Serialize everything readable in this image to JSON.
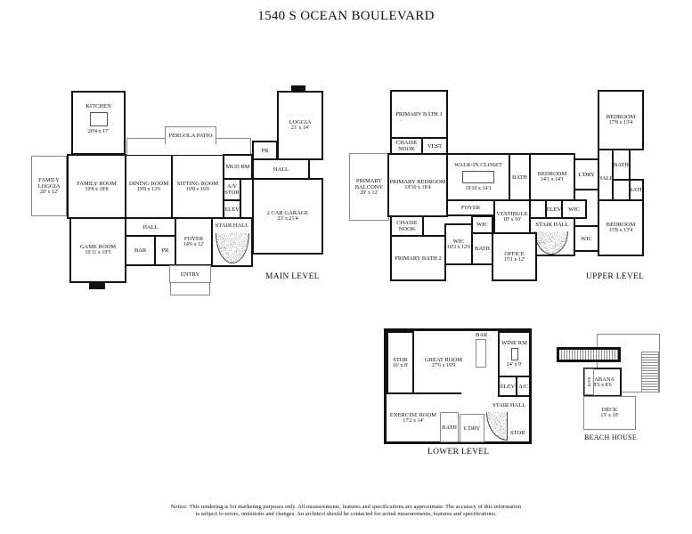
{
  "title": "1540 S OCEAN BOULEVARD",
  "main": {
    "label": "MAIN LEVEL",
    "rooms": [
      {
        "name": "KITCHEN",
        "size": "20'4 x 17'"
      },
      {
        "name": "FAMILY LOGGIA",
        "size": "20' x 12'"
      },
      {
        "name": "FAMILY ROOM",
        "size": "19'8 x 18'8"
      },
      {
        "name": "DINING ROOM",
        "size": "19'8 x 13'6"
      },
      {
        "name": "SITTING ROOM",
        "size": "19'8 x 16'6"
      },
      {
        "name": "PERGOLA PATIO",
        "size": ""
      },
      {
        "name": "MUD RM",
        "size": ""
      },
      {
        "name": "A/V STOR",
        "size": ""
      },
      {
        "name": "ELEV",
        "size": ""
      },
      {
        "name": "STAIR HALL",
        "size": ""
      },
      {
        "name": "PR",
        "size": ""
      },
      {
        "name": "HALL",
        "size": ""
      },
      {
        "name": "LOGGIA",
        "size": "21' x 14'"
      },
      {
        "name": "2 CAR GARAGE",
        "size": "23' x 21'4"
      },
      {
        "name": "GAME ROOM",
        "size": "16'11 x 19'5"
      },
      {
        "name": "HALL",
        "size": ""
      },
      {
        "name": "BAR",
        "size": ""
      },
      {
        "name": "PR",
        "size": ""
      },
      {
        "name": "FOYER",
        "size": "14'6 x 12'"
      },
      {
        "name": "ENTRY",
        "size": ""
      }
    ]
  },
  "upper": {
    "label": "UPPER LEVEL",
    "rooms": [
      {
        "name": "PRIMARY BATH 1",
        "size": ""
      },
      {
        "name": "CHAISE NOOK",
        "size": ""
      },
      {
        "name": "VEST",
        "size": ""
      },
      {
        "name": "PRIMARY BALCONY",
        "size": "20' x 12'"
      },
      {
        "name": "PRIMARY BEDROOM",
        "size": "19'10 x 18'4"
      },
      {
        "name": "WALK-IN CLOSET",
        "size": "19'10 x 14'1"
      },
      {
        "name": "BATH",
        "size": ""
      },
      {
        "name": "BEDROOM",
        "size": "14'1 x 14'1"
      },
      {
        "name": "L'DRY",
        "size": ""
      },
      {
        "name": "HALL",
        "size": ""
      },
      {
        "name": "BATH",
        "size": ""
      },
      {
        "name": "BEDROOM",
        "size": "17'8 x 13'4"
      },
      {
        "name": "BATH",
        "size": ""
      },
      {
        "name": "BEDROOM",
        "size": "15'8 x 13'4"
      },
      {
        "name": "FOYER",
        "size": ""
      },
      {
        "name": "VESTIBULE",
        "size": "10' x 10'"
      },
      {
        "name": "ELEV",
        "size": ""
      },
      {
        "name": "WIC",
        "size": ""
      },
      {
        "name": "STAIR HALL",
        "size": ""
      },
      {
        "name": "WIC",
        "size": ""
      },
      {
        "name": "CHAISE NOOK",
        "size": ""
      },
      {
        "name": "PRIMARY BATH 2",
        "size": ""
      },
      {
        "name": "WIC",
        "size": "10'3 x 12'6"
      },
      {
        "name": "WIC",
        "size": ""
      },
      {
        "name": "BATH",
        "size": ""
      },
      {
        "name": "OFFICE",
        "size": "15'1 x 12'"
      }
    ]
  },
  "lower": {
    "label": "LOWER LEVEL",
    "rooms": [
      {
        "name": "STOR",
        "size": "16' x 8'"
      },
      {
        "name": "GREAT ROOM",
        "size": "27'6 x 19'9"
      },
      {
        "name": "BAR",
        "size": ""
      },
      {
        "name": "WINE RM",
        "size": "14' x 9'"
      },
      {
        "name": "ELEV",
        "size": ""
      },
      {
        "name": "A/C",
        "size": ""
      },
      {
        "name": "EXERCISE ROOM",
        "size": "17'2 x 14'"
      },
      {
        "name": "STAIR HALL",
        "size": ""
      },
      {
        "name": "BATH",
        "size": ""
      },
      {
        "name": "L'DRY",
        "size": ""
      },
      {
        "name": "STOR",
        "size": ""
      }
    ]
  },
  "beach": {
    "label": "BEACH HOUSE",
    "rooms": [
      {
        "name": "CABANA",
        "size": "8'6 x 8'6"
      },
      {
        "name": "DECK",
        "size": "15' x 10'"
      },
      {
        "name": "BATH",
        "size": ""
      }
    ]
  },
  "disclaimer": {
    "line1": "Notice: This rendering is for marketing purposes only. All measurements, features and specifications are approximate. The accuracy of this information",
    "line2": "is subject to errors, omissions and changes. An architect should be contacted for actual measurements, features and specifications."
  }
}
